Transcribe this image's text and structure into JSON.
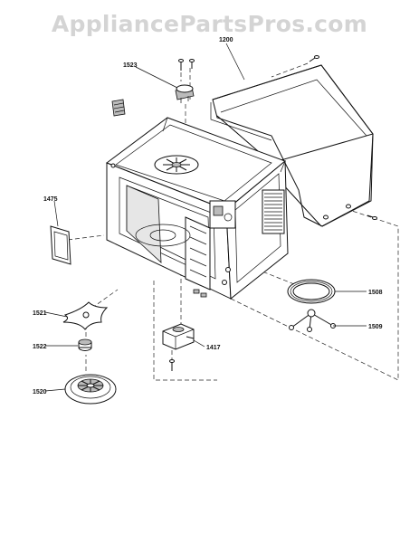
{
  "watermark": "AppliancePartsPros.com",
  "callouts": {
    "c1200": "1200",
    "c1523": "1523",
    "c1475": "1475",
    "c1521": "1521",
    "c1522": "1522",
    "c1520": "1520",
    "c1417": "1417",
    "c1508": "1508",
    "c1509": "1509"
  }
}
